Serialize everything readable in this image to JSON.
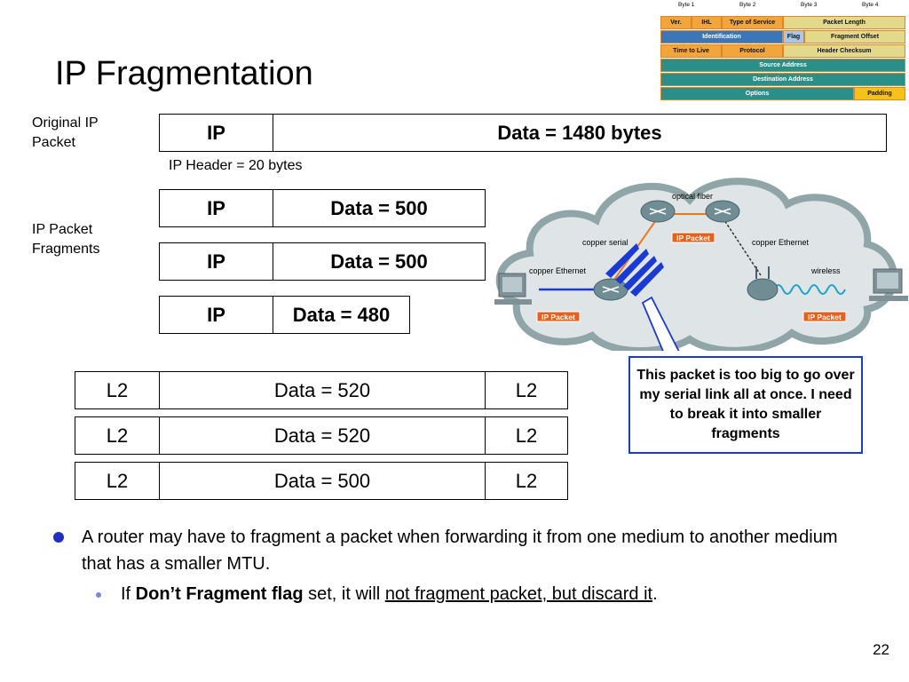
{
  "title": "IP Fragmentation",
  "labels": {
    "original": [
      "Original IP",
      "Packet"
    ],
    "fragments": [
      "IP Packet",
      "Fragments"
    ],
    "header_note": "IP Header = 20 bytes"
  },
  "original_packet": {
    "ip": "IP",
    "data": "Data = 1480 bytes"
  },
  "ip_fragments": [
    {
      "ip": "IP",
      "data": "Data = 500"
    },
    {
      "ip": "IP",
      "data": "Data = 500"
    },
    {
      "ip": "IP",
      "data": "Data = 480"
    }
  ],
  "frames": [
    {
      "l2a": "L2",
      "data": "Data = 520",
      "l2b": "L2"
    },
    {
      "l2a": "L2",
      "data": "Data = 520",
      "l2b": "L2"
    },
    {
      "l2a": "L2",
      "data": "Data = 500",
      "l2b": "L2"
    }
  ],
  "callout": "This packet is too big to go over my serial link all at once. I need to break it into smaller fragments",
  "bullet1": "A router may have to fragment a packet when forwarding it from one medium to another medium that has a smaller MTU.",
  "bullet2": {
    "prefix": "If ",
    "bold": "Don’t Fragment flag",
    "middle": " set, it will ",
    "underlined": "not fragment packet, but discard it",
    "suffix": "."
  },
  "page_number": "22",
  "network": {
    "optical_fiber": "optical fiber",
    "copper_serial": "copper serial",
    "copper_ethernet_right": "copper Ethernet",
    "copper_ethernet_left": "copper Ethernet",
    "wireless": "wireless",
    "packet_tag": "IP Packet"
  },
  "ip_header": {
    "bytes": [
      "Byte 1",
      "Byte 2",
      "Byte 3",
      "Byte 4"
    ],
    "row1": [
      "Ver.",
      "IHL",
      "Type of Service",
      "Packet Length"
    ],
    "row2": [
      "Identification",
      "Flag",
      "Fragment Offset"
    ],
    "row3": [
      "Time to Live",
      "Protocol",
      "Header Checksum"
    ],
    "row4": [
      "Source Address"
    ],
    "row5": [
      "Destination Address"
    ],
    "row6": [
      "Options",
      "Padding"
    ]
  },
  "colors": {
    "accent_blue": "#1a3ad1",
    "bullet_blue": "#1f2fbf",
    "header_yellow": "#f1d96a",
    "header_teal": "#2b8f89",
    "header_orange": "#e8901e"
  }
}
